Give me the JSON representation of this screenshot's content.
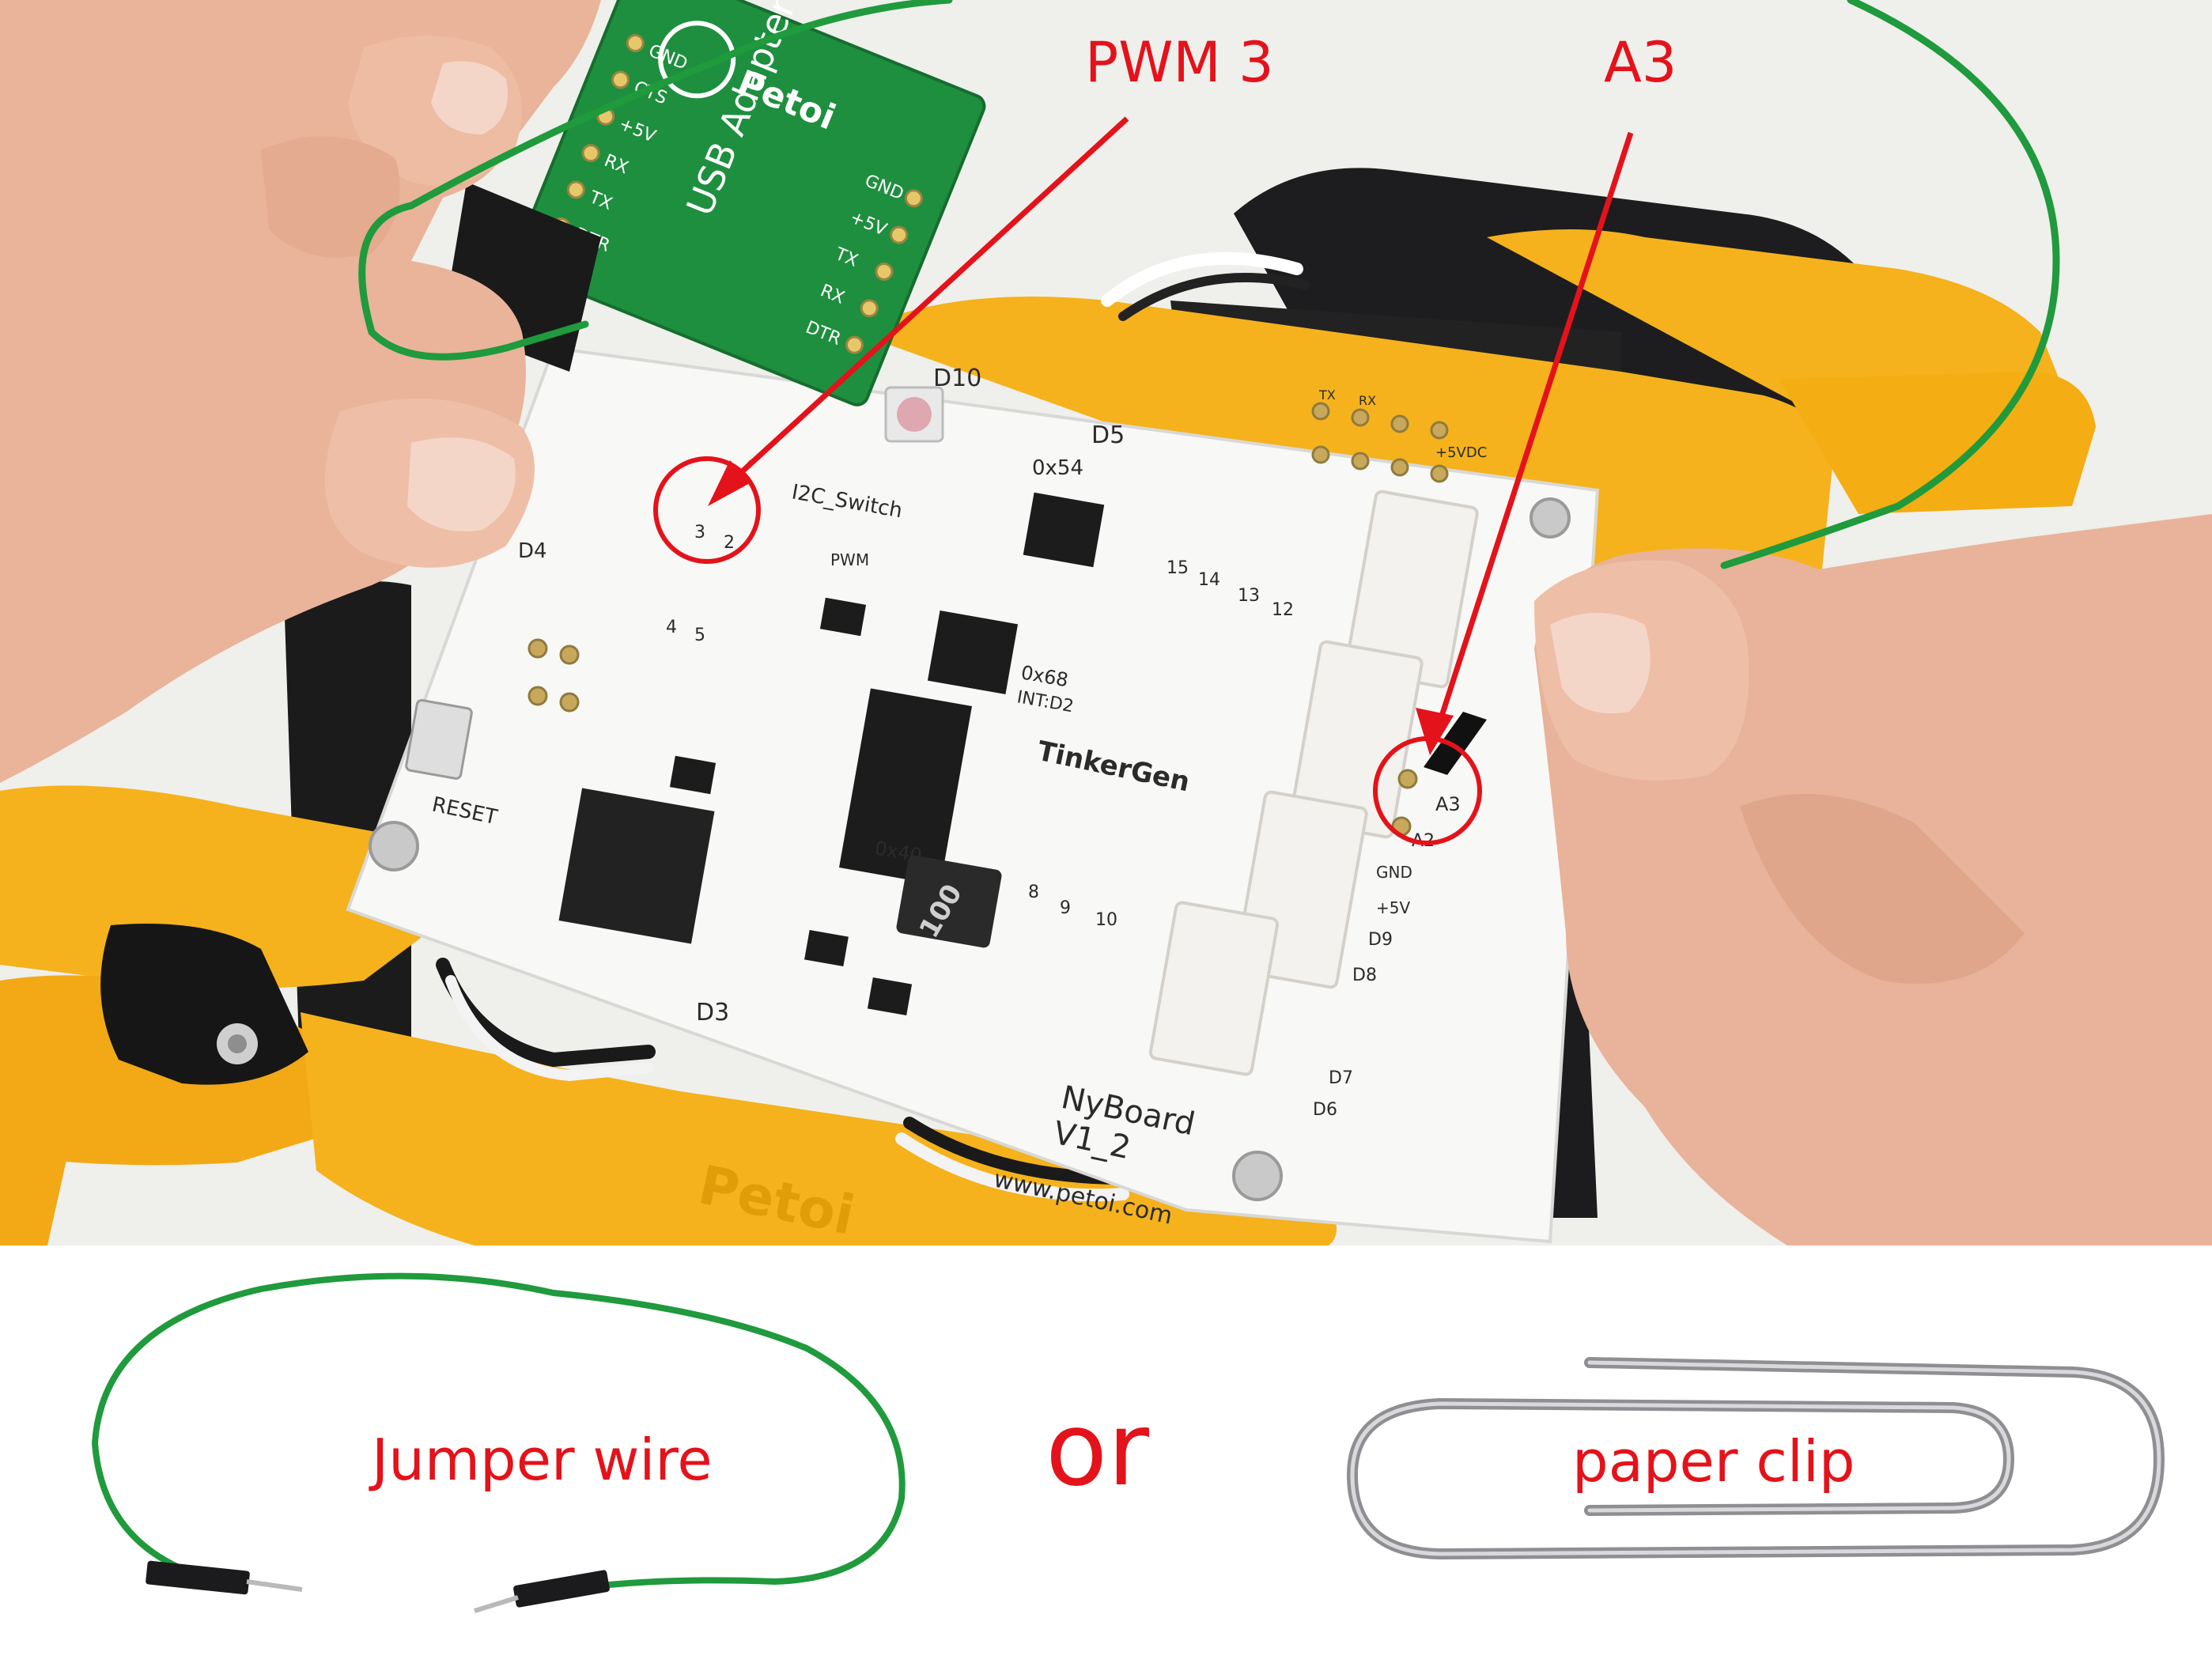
{
  "colors": {
    "annotation_red": "#e4121a",
    "wire_green": "#1f9a3c",
    "robot_yellow": "#f5b21c",
    "board_white": "#f8f8f6",
    "adapter_green": "#1e8f3e",
    "skin": "#e9b59b"
  },
  "annotations": {
    "pwm_label": "PWM 3",
    "a3_label": "A3"
  },
  "legend": {
    "jumper_label": "Jumper wire",
    "or_label": "or",
    "clip_label": "paper clip"
  },
  "board": {
    "name": "NyBoard",
    "version": "V1_2",
    "url": "www.petoi.com",
    "maker": "TinkerGen",
    "reset_label": "RESET",
    "d10": "D10",
    "d5": "D5",
    "d4": "D4",
    "d3": "D3",
    "i2c_switch": "I2C_Switch",
    "addr_0x54": "0x54",
    "addr_0x68": "0x68",
    "int_d2": "INT:D2",
    "addr_0x40": "0x40",
    "pin_a3": "A3",
    "pin_a2": "A2",
    "pin_d9": "D9",
    "pin_d8": "D8",
    "pin_d7": "D7",
    "pin_d6": "D6",
    "gnd": "GND",
    "plus5v": "+5V",
    "plus5vdc": "+5VDC",
    "tx": "TX",
    "rx": "RX",
    "pwm": "PWM",
    "inductor": "100",
    "num_15": "15",
    "num_14": "14",
    "num_13": "13",
    "num_12": "12",
    "num_3": "3",
    "num_2": "2",
    "num_4": "4",
    "num_5": "5",
    "num_8": "8",
    "num_9": "9",
    "num_10": "10"
  },
  "adapter": {
    "title": "USB Adapter",
    "brand": "Petoi",
    "pins": [
      "GND",
      "CTS",
      "+5V",
      "RX",
      "TX",
      "DTR"
    ],
    "pins_right": [
      "GND",
      "+5V",
      "TX",
      "RX",
      "DTR"
    ]
  },
  "robot_brand": "Petoi"
}
